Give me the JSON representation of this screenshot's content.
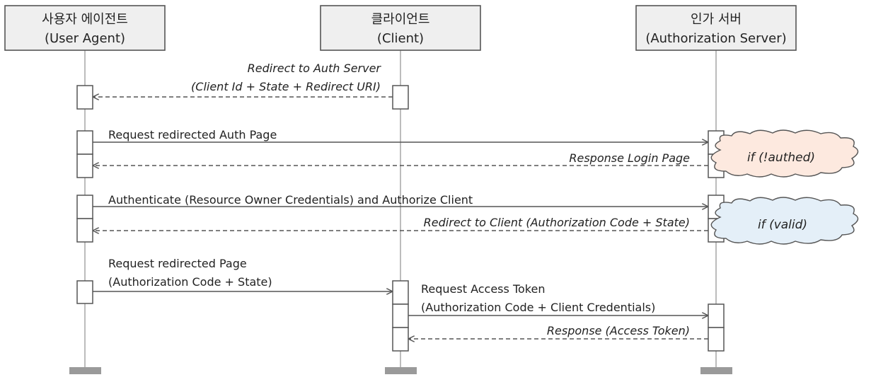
{
  "participants": [
    {
      "name_ko": "사용자 에이전트",
      "name_en": "(User Agent)"
    },
    {
      "name_ko": "클라이언트",
      "name_en": "(Client)"
    },
    {
      "name_ko": "인가 서버",
      "name_en": "(Authorization Server)"
    }
  ],
  "messages": [
    {
      "lines": [
        "Redirect to Auth Server",
        "(Client Id + State + Redirect URI)"
      ],
      "style": "dashed",
      "italic": true
    },
    {
      "lines": [
        "Request redirected Auth Page"
      ],
      "style": "solid",
      "italic": false
    },
    {
      "lines": [
        "Response Login Page"
      ],
      "style": "dashed",
      "italic": true
    },
    {
      "lines": [
        "Authenticate (Resource Owner Credentials) and Authorize Client"
      ],
      "style": "solid",
      "italic": false
    },
    {
      "lines": [
        "Redirect  to Client (Authorization Code + State)"
      ],
      "style": "dashed",
      "italic": true
    },
    {
      "lines": [
        "Request redirected Page",
        "(Authorization Code + State)"
      ],
      "style": "solid",
      "italic": false
    },
    {
      "lines": [
        "Request Access Token",
        "(Authorization Code + Client Credentials)"
      ],
      "style": "solid",
      "italic": false
    },
    {
      "lines": [
        "Response  (Access Token)"
      ],
      "style": "dashed",
      "italic": true
    }
  ],
  "notes": [
    {
      "text": "if (!authed)",
      "color": "#fde9df"
    },
    {
      "text": "if (valid)",
      "color": "#e4eff8"
    }
  ],
  "colors": {
    "box_fill": "#efefef",
    "line": "#555555",
    "lifeline": "#a6a6a6"
  }
}
